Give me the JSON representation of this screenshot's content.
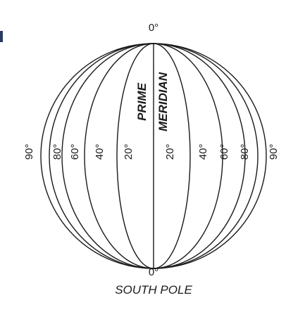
{
  "top_pole_label": "0°",
  "bottom_pole_label": "0°",
  "south_pole_label": "SOUTH POLE",
  "prime_meridian": {
    "line1": "PRIME",
    "line2": "MERIDIAN"
  },
  "meridians_west": [
    "90°",
    "80°",
    "60°",
    "40°",
    "20°"
  ],
  "meridians_east": [
    "20°",
    "40°",
    "60°",
    "80°",
    "90°"
  ]
}
